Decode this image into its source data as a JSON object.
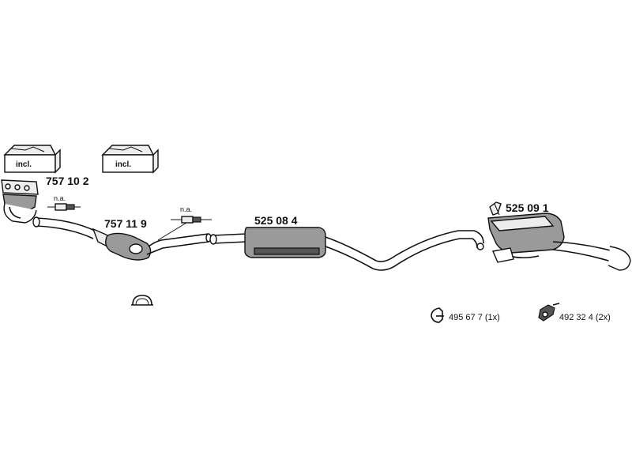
{
  "badges": {
    "incl_1": "incl.",
    "incl_2": "incl."
  },
  "parts": {
    "manifold": "757 10 2",
    "catalyst": "757 11 9",
    "middle_silencer": "525 08 4",
    "rear_silencer": "525 09 1"
  },
  "notes": {
    "sensor_1": "n.a.",
    "sensor_2": "n.a."
  },
  "accessories": {
    "clamp": "495 67 7 (1x)",
    "hanger": "492 32 4 (2x)"
  }
}
